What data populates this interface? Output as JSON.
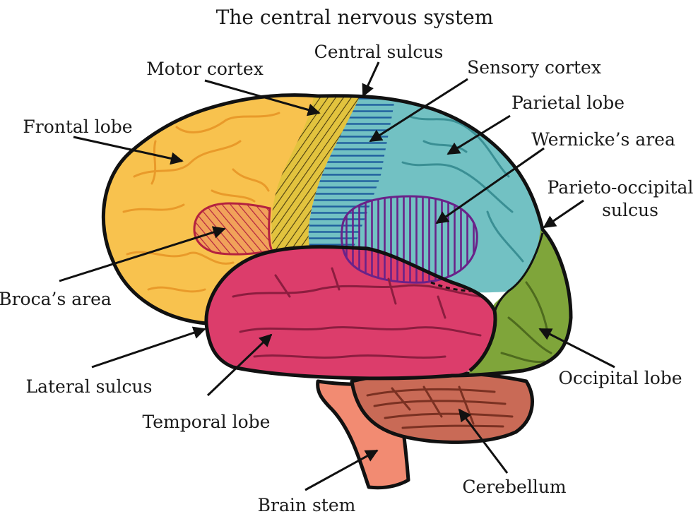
{
  "title": "The central nervous system",
  "labels": {
    "central_sulcus": "Central sulcus",
    "motor_cortex": "Motor cortex",
    "sensory_cortex": "Sensory cortex",
    "frontal_lobe": "Frontal lobe",
    "parietal_lobe": "Parietal lobe",
    "wernickes_area": "Wernicke’s area",
    "parieto_occipital_line1": "Parieto-occipital",
    "parieto_occipital_line2": "sulcus",
    "brocas_area": "Broca’s area",
    "lateral_sulcus": "Lateral sulcus",
    "temporal_lobe": "Temporal lobe",
    "occipital_lobe": "Occipital lobe",
    "cerebellum": "Cerebellum",
    "brain_stem": "Brain stem"
  },
  "colors": {
    "frontal": "#f8c24e",
    "motor": "#e2c33e",
    "sensory": "#3b8fc4",
    "parietal": "#72c1c3",
    "wernicke": "#8e3aa7",
    "broca": "#e0415f",
    "temporal": "#dc3d6b",
    "occipital": "#7fa53a",
    "cerebellum": "#c96a56",
    "brainstem": "#f28b72"
  }
}
